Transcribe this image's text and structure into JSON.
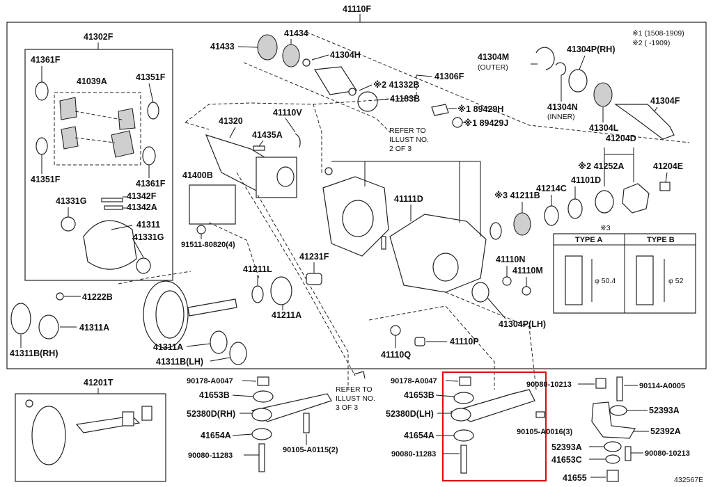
{
  "diagram": {
    "title_part": "41110F",
    "footer_code": "432567E",
    "notes": [
      "※1 (1508-1909)",
      "※2 (     -1909)",
      "※3"
    ],
    "labels": {
      "p41302F": "41302F",
      "p41361F_a": "41361F",
      "p41039A": "41039A",
      "p41351F_a": "41351F",
      "p41351F_b": "41351F",
      "p41361F_b": "41361F",
      "p41342F": "41342F",
      "p41342A": "41342A",
      "p41331G_a": "41331G",
      "p41311": "41311",
      "p41331G_b": "41331G",
      "p41222B": "41222B",
      "p41311A_a": "41311A",
      "p41311B_rh": "41311B(RH)",
      "p41433": "41433",
      "p41434": "41434",
      "p41304H": "41304H",
      "p41332B": "※2 41332B",
      "p41306F": "41306F",
      "p41183B": "41183B",
      "p189429H": "※1 89429H",
      "p189429J": "※1 89429J",
      "p41110V": "41110V",
      "p41320": "41320",
      "p41435A": "41435A",
      "p41400B": "41400B",
      "p91511": "91511-80820(4)",
      "p41211L": "41211L",
      "p41231F": "41231F",
      "p41211A": "41211A",
      "p41311A_b": "41311A",
      "p41311B_lh": "41311B(LH)",
      "p41111D": "41111D",
      "p41110N": "41110N",
      "p41110M": "41110M",
      "p41304P_lh": "41304P(LH)",
      "p41110Q": "41110Q",
      "p41110P": "41110P",
      "p41304M": "41304M",
      "p41304M_outer": "(OUTER)",
      "p41304P_rh": "41304P(RH)",
      "p41304N": "41304N",
      "p41304N_inner": "(INNER)",
      "p41304L": "41304L",
      "p41304F": "41304F",
      "p41204D": "41204D",
      "p41252A": "※2 41252A",
      "p41204E": "41204E",
      "p41211B": "※3 41211B",
      "p41214C": "41214C",
      "p41101D": "41101D",
      "p41201T": "41201T",
      "p90178_a": "90178-A0047",
      "p41653B_a": "41653B",
      "p52380D_rh": "52380D(RH)",
      "p41654A_a": "41654A",
      "p90080_11283_a": "90080-11283",
      "p90105_a0115": "90105-A0115(2)",
      "p90178_b": "90178-A0047",
      "p41653B_b": "41653B",
      "p52380D_lh": "52380D(LH)",
      "p41654A_b": "41654A",
      "p90080_11283_b": "90080-11283",
      "p90105_a0016": "90105-A0016(3)",
      "p90080_10213_a": "90080-10213",
      "p90114": "90114-A0005",
      "p52393A_a": "52393A",
      "p52392A": "52392A",
      "p52393A_b": "52393A",
      "p41653C": "41653C",
      "p90080_10213_b": "90080-10213",
      "p41655": "41655"
    },
    "refer_1": [
      "REFER TO",
      "ILLUST NO.",
      "2 OF 3"
    ],
    "refer_2": [
      "REFER TO",
      "ILLUST NO.",
      "3 OF 3"
    ],
    "type_table": {
      "header_a": "TYPE A",
      "header_b": "TYPE B",
      "dim_a": "φ 50.4",
      "dim_b": "φ 52"
    },
    "highlight_color": "#e01010"
  }
}
